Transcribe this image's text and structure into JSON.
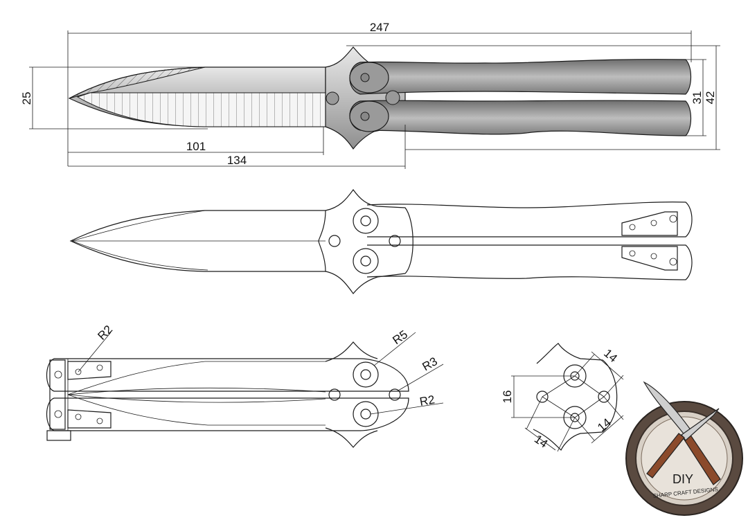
{
  "dimensions": {
    "overall_length": "247",
    "blade_height": "25",
    "handle_width_31": "31",
    "handle_width_42": "42",
    "blade_length": "101",
    "blade_with_tang": "134",
    "center_height": "16",
    "spacing_top": "14",
    "spacing_right": "14",
    "spacing_left": "14"
  },
  "radii": {
    "r2_top": "R2",
    "r5": "R5",
    "r3": "R3",
    "r2_bottom": "R2"
  },
  "logo": {
    "title": "DIY",
    "subtitle": "SHARP CRAFT DESIGNS"
  },
  "colors": {
    "line": "#1a1a1a",
    "steel_light": "#f2f2f2",
    "steel_dark": "#8a8a8a",
    "logo_ring": "#5a4a40",
    "handle_wood": "#8b4a2b"
  }
}
